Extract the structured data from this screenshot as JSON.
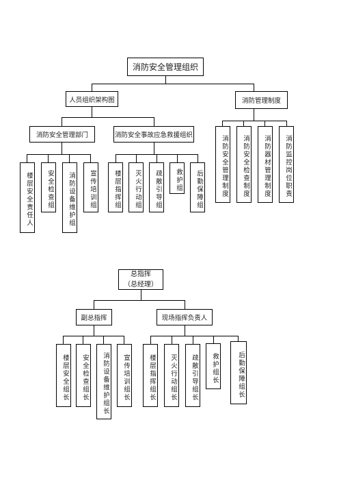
{
  "chart1": {
    "root": "消防安全管理组织",
    "personnel": "人员组织架构图",
    "system": "消防管理制度",
    "dept": "消防安全管理部门",
    "emergency": "消防安全事故应急救援组织",
    "dept_groups": [
      "楼层安全责任人",
      "安全检查组",
      "消防设备维护组",
      "宣传培训组"
    ],
    "emergency_groups": [
      "楼层指挥组",
      "灭火行动组",
      "疏散引导组",
      "救护组",
      "后勤保障组"
    ],
    "system_items": [
      "消防安全管理制度",
      "消防安全检查制度",
      "消防器材管理制度",
      "消防监控岗位职责"
    ]
  },
  "chart2": {
    "root_line1": "总指挥",
    "root_line2": "（总经理）",
    "deputy": "副总指挥",
    "site": "现场指挥负责人",
    "deputy_groups": [
      "楼层安全组长",
      "安全检查组长",
      "消防设备维护组长",
      "宣传培训组长"
    ],
    "site_groups": [
      "楼层指挥组长",
      "灭火行动组长",
      "疏散引导组长",
      "救护组长",
      "后勤保障组长"
    ]
  }
}
